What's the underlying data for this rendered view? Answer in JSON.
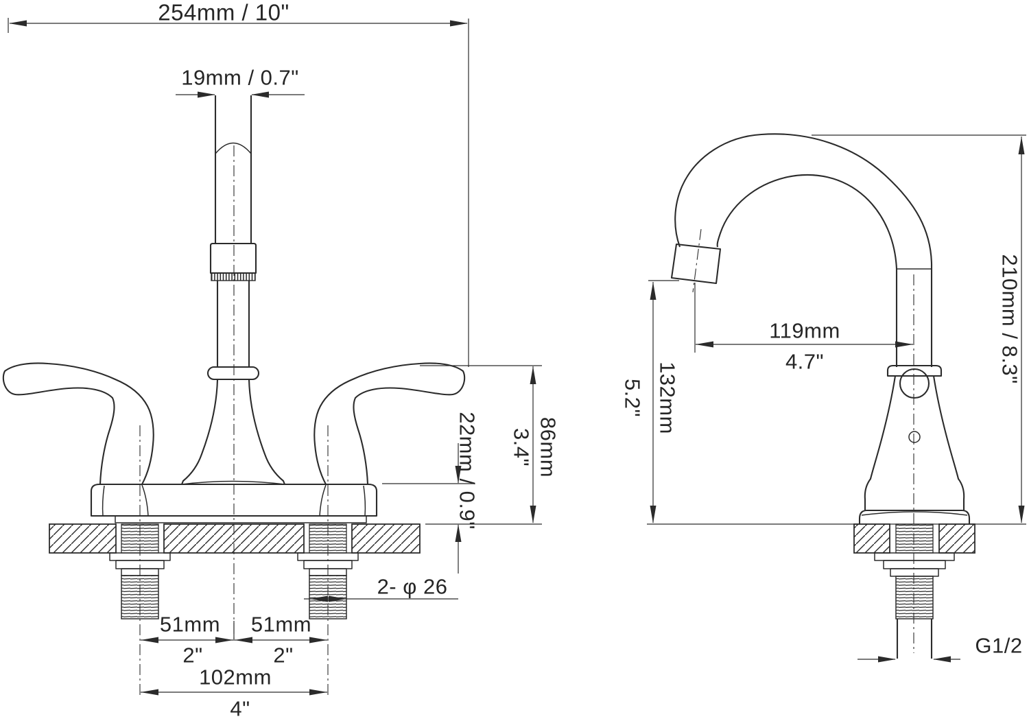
{
  "figure": {
    "front": {
      "overall_width": "254mm / 10\"",
      "spout_diameter": "19mm / 0.7\"",
      "body_height_mm": "86mm",
      "body_height_in": "3.4\"",
      "deck_thickness": "22mm / 0.9\"",
      "holes_note": "2- φ 26",
      "left_center_mm": "51mm",
      "left_center_in": "2\"",
      "right_center_mm": "51mm",
      "right_center_in": "2\"",
      "spread_mm": "102mm",
      "spread_in": "4\""
    },
    "side": {
      "total_height": "210mm / 8.3\"",
      "reach_mm": "119mm",
      "reach_in": "4.7\"",
      "spout_height_mm": "132mm",
      "spout_height_in": "5.2\"",
      "inlet_thread": "G1/2"
    },
    "style": {
      "line_color": "#2b2b2b",
      "background": "#ffffff"
    }
  }
}
